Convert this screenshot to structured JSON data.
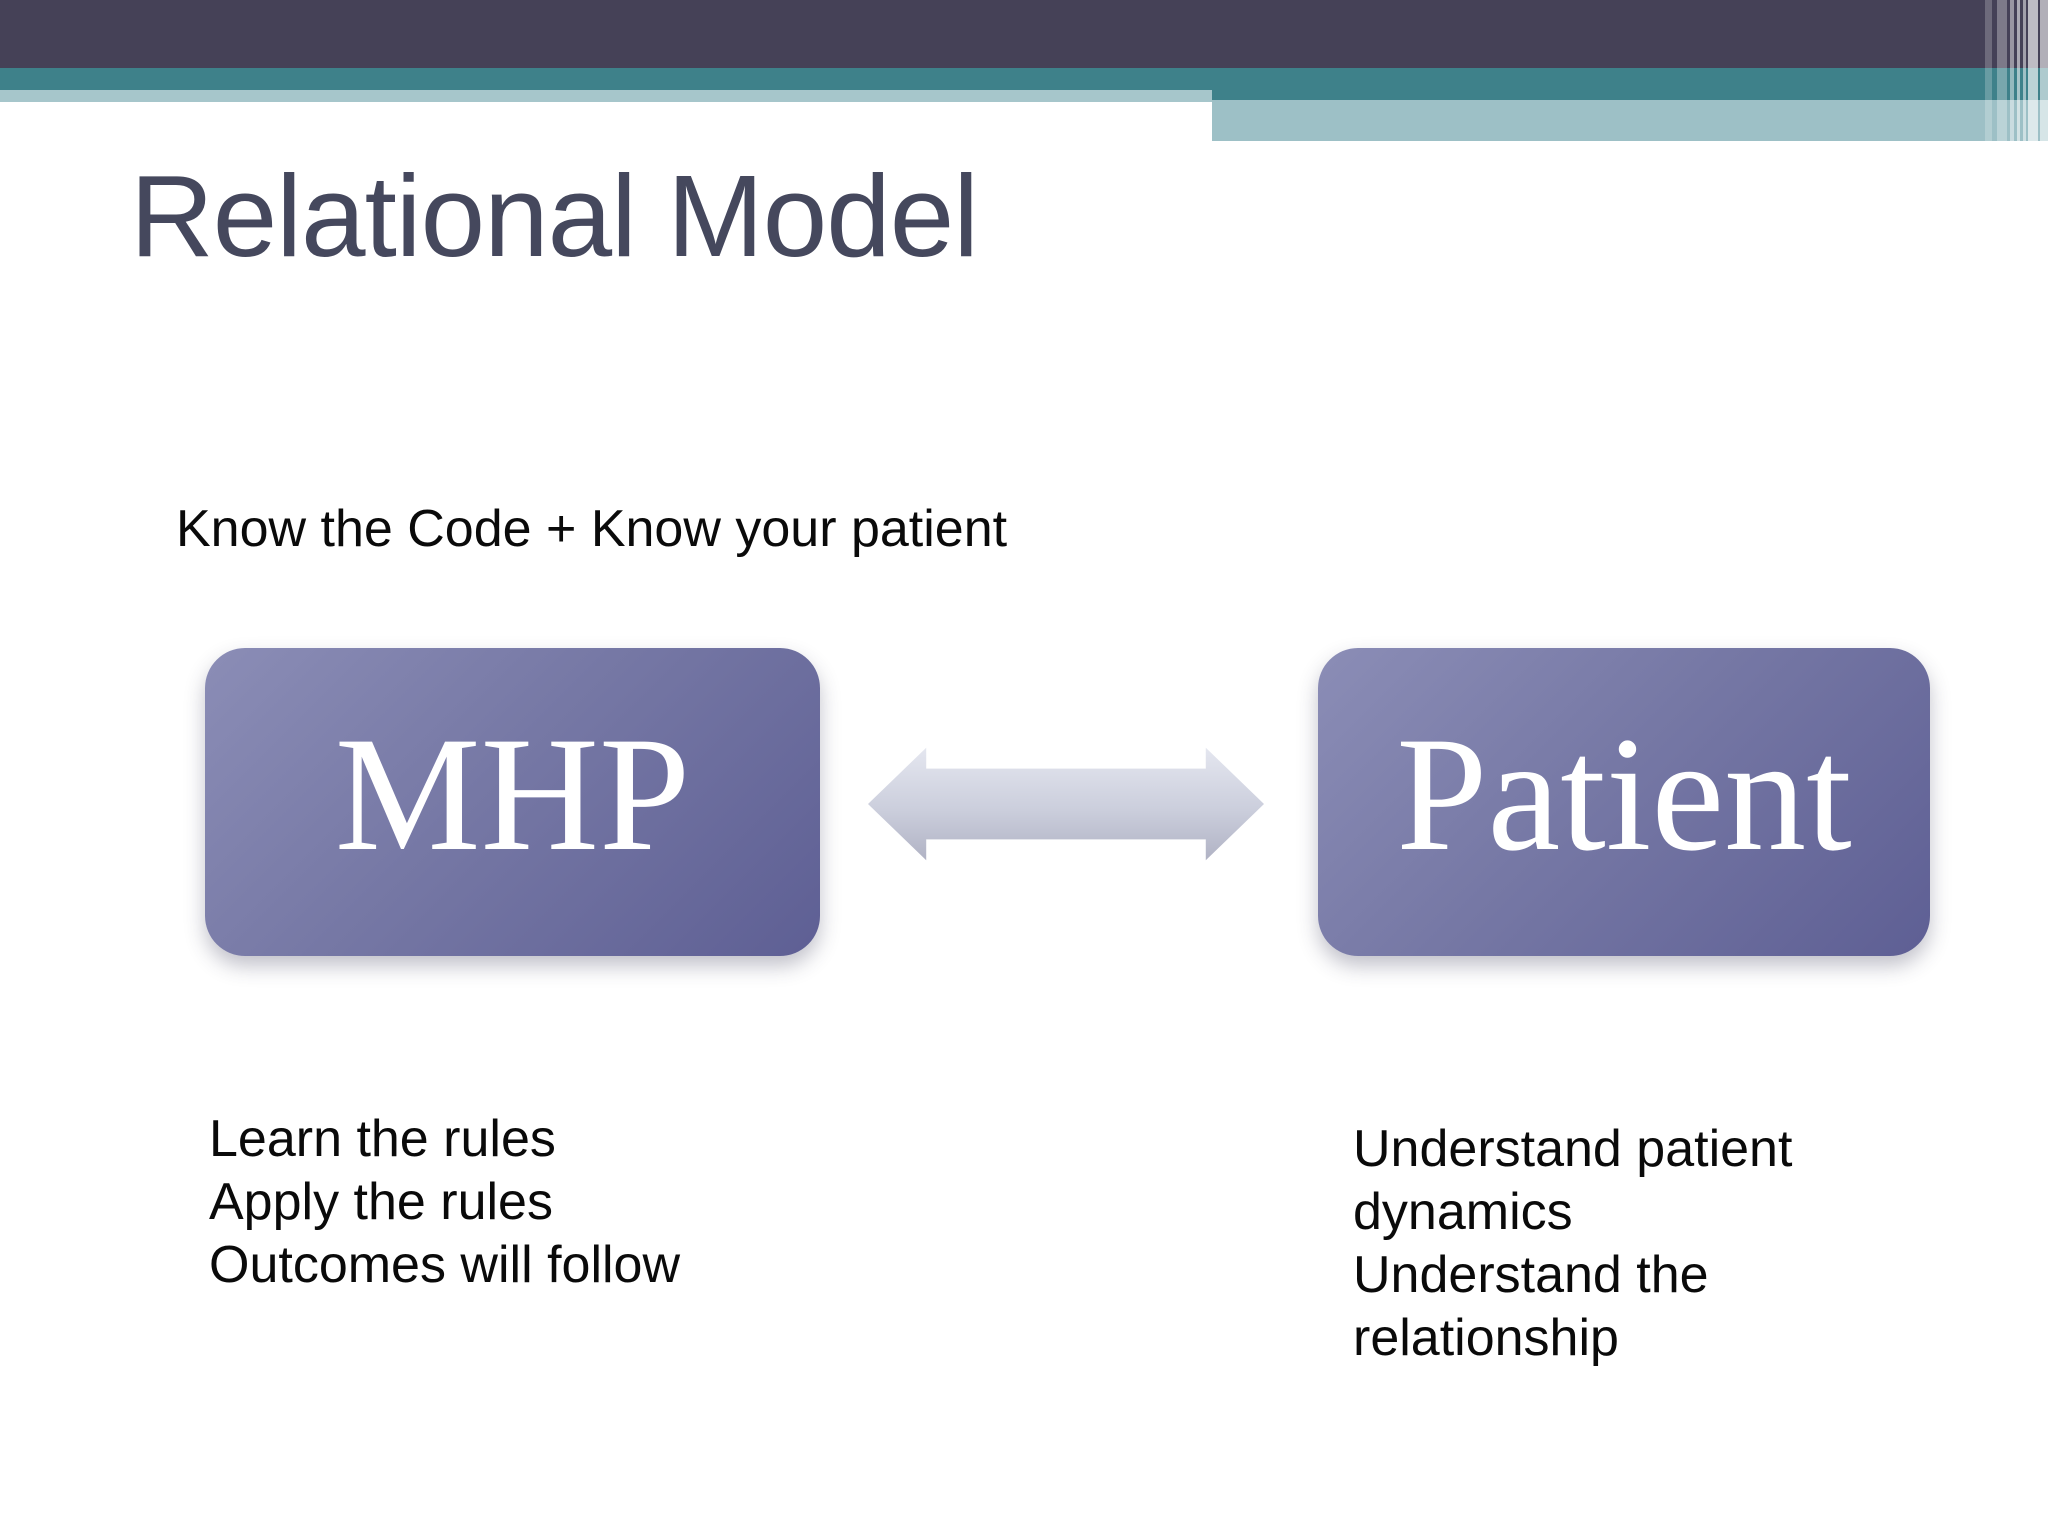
{
  "slide": {
    "title": "Relational Model",
    "subtitle": "Know the Code + Know your patient",
    "diagram": {
      "left_box_label": "MHP",
      "right_box_label": "Patient",
      "connector": "bidirectional-arrow"
    },
    "left_notes": [
      "Learn the rules",
      "Apply the rules",
      "Outcomes will follow"
    ],
    "right_notes": [
      "Understand patient dynamics",
      "Understand the relationship"
    ],
    "colors": {
      "header_dark": "#454157",
      "header_teal": "#3E818A",
      "header_light_strip": "#A6C6CB",
      "header_light_block": "#9DC0C6",
      "title_text": "#45485D",
      "body_text": "#0A0A0A",
      "box_gradient_start": "#8B8DB6",
      "box_gradient_end": "#5E5F94",
      "box_label_text": "#FFFFFF",
      "arrow_fill_light": "#E5E7F0",
      "arrow_fill_dark": "#AFB1C3"
    }
  }
}
